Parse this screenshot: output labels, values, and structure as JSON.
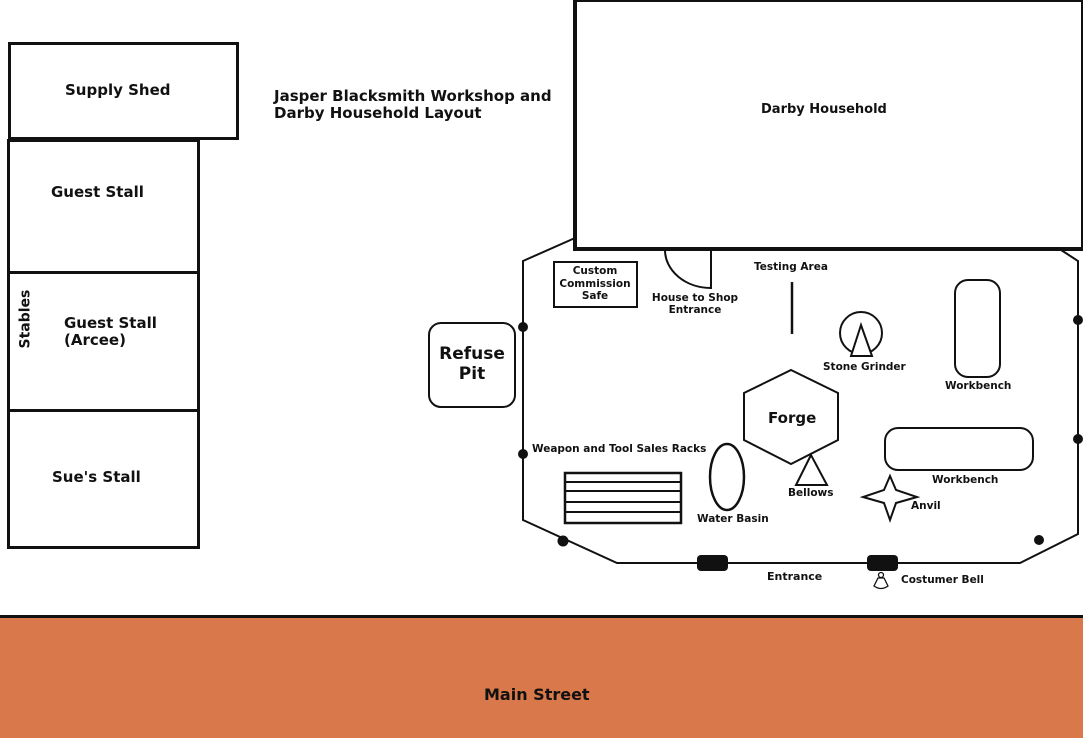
{
  "title": {
    "line1": "Jasper Blacksmith Workshop and",
    "line2": "Darby Household Layout"
  },
  "buildings": {
    "supply_shed": "Supply Shed",
    "darby_household": "Darby Household",
    "refuse_pit": {
      "line1": "Refuse",
      "line2": "Pit"
    }
  },
  "stables": {
    "label": "Stables",
    "stalls": [
      {
        "line1": "Guest Stall",
        "line2": ""
      },
      {
        "line1": "Guest Stall",
        "line2": "(Arcee)"
      },
      {
        "line1": "Sue's Stall",
        "line2": ""
      }
    ]
  },
  "workshop": {
    "safe": {
      "line1": "Custom",
      "line2": "Commission",
      "line3": "Safe"
    },
    "house_entrance": {
      "line1": "House to Shop",
      "line2": "Entrance"
    },
    "testing_area": "Testing Area",
    "stone_grinder": "Stone Grinder",
    "workbench_1": "Workbench",
    "workbench_2": "Workbench",
    "forge": "Forge",
    "bellows": "Bellows",
    "anvil": "Anvil",
    "sales_racks": "Weapon and Tool Sales Racks",
    "water_basin": "Water Basin",
    "entrance": "Entrance",
    "customer_bell": "Costumer Bell"
  },
  "street": {
    "label": "Main Street",
    "color": "#d9784a"
  }
}
